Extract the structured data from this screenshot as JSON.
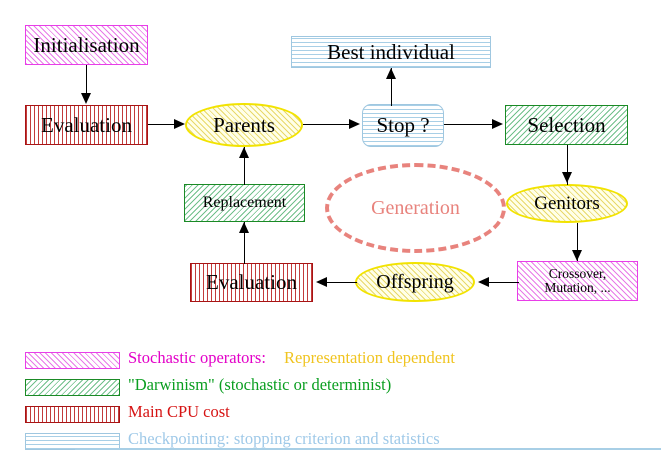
{
  "diagram": {
    "title": "Evolutionary algorithm flow diagram",
    "nodes": {
      "initialisation": "Initialisation",
      "evaluation_top": "Evaluation",
      "parents": "Parents",
      "best_individual": "Best individual",
      "stop": "Stop ?",
      "selection": "Selection",
      "replacement": "Replacement",
      "generation": "Generation",
      "genitors": "Genitors",
      "crossover_line1": "Crossover,",
      "crossover_line2": "Mutation, ...",
      "offspring": "Offspring",
      "evaluation_bottom": "Evaluation"
    }
  },
  "legend": {
    "rows": [
      {
        "pattern": "diagonal-up-magenta",
        "label": "Stochastic operators:",
        "label2": "Representation dependent",
        "color": "#e300c8",
        "color2": "#f0c420"
      },
      {
        "pattern": "diagonal-down-green",
        "label": "\"Darwinism\" (stochastic or determinist)",
        "color": "#0a9e20"
      },
      {
        "pattern": "vertical-red",
        "label": "Main CPU cost",
        "color": "#d61414"
      },
      {
        "pattern": "horizontal-blue",
        "label": "Checkpointing: stopping criterion and statistics",
        "color": "#9fc9e8"
      }
    ]
  },
  "colors": {
    "magenta": "#e83ee8",
    "green": "#1a8a25",
    "red": "#a81414",
    "lightblue": "#9fc7e0",
    "yellow": "#f2e300",
    "salmon": "#e8837d",
    "background": "#ffffff"
  }
}
